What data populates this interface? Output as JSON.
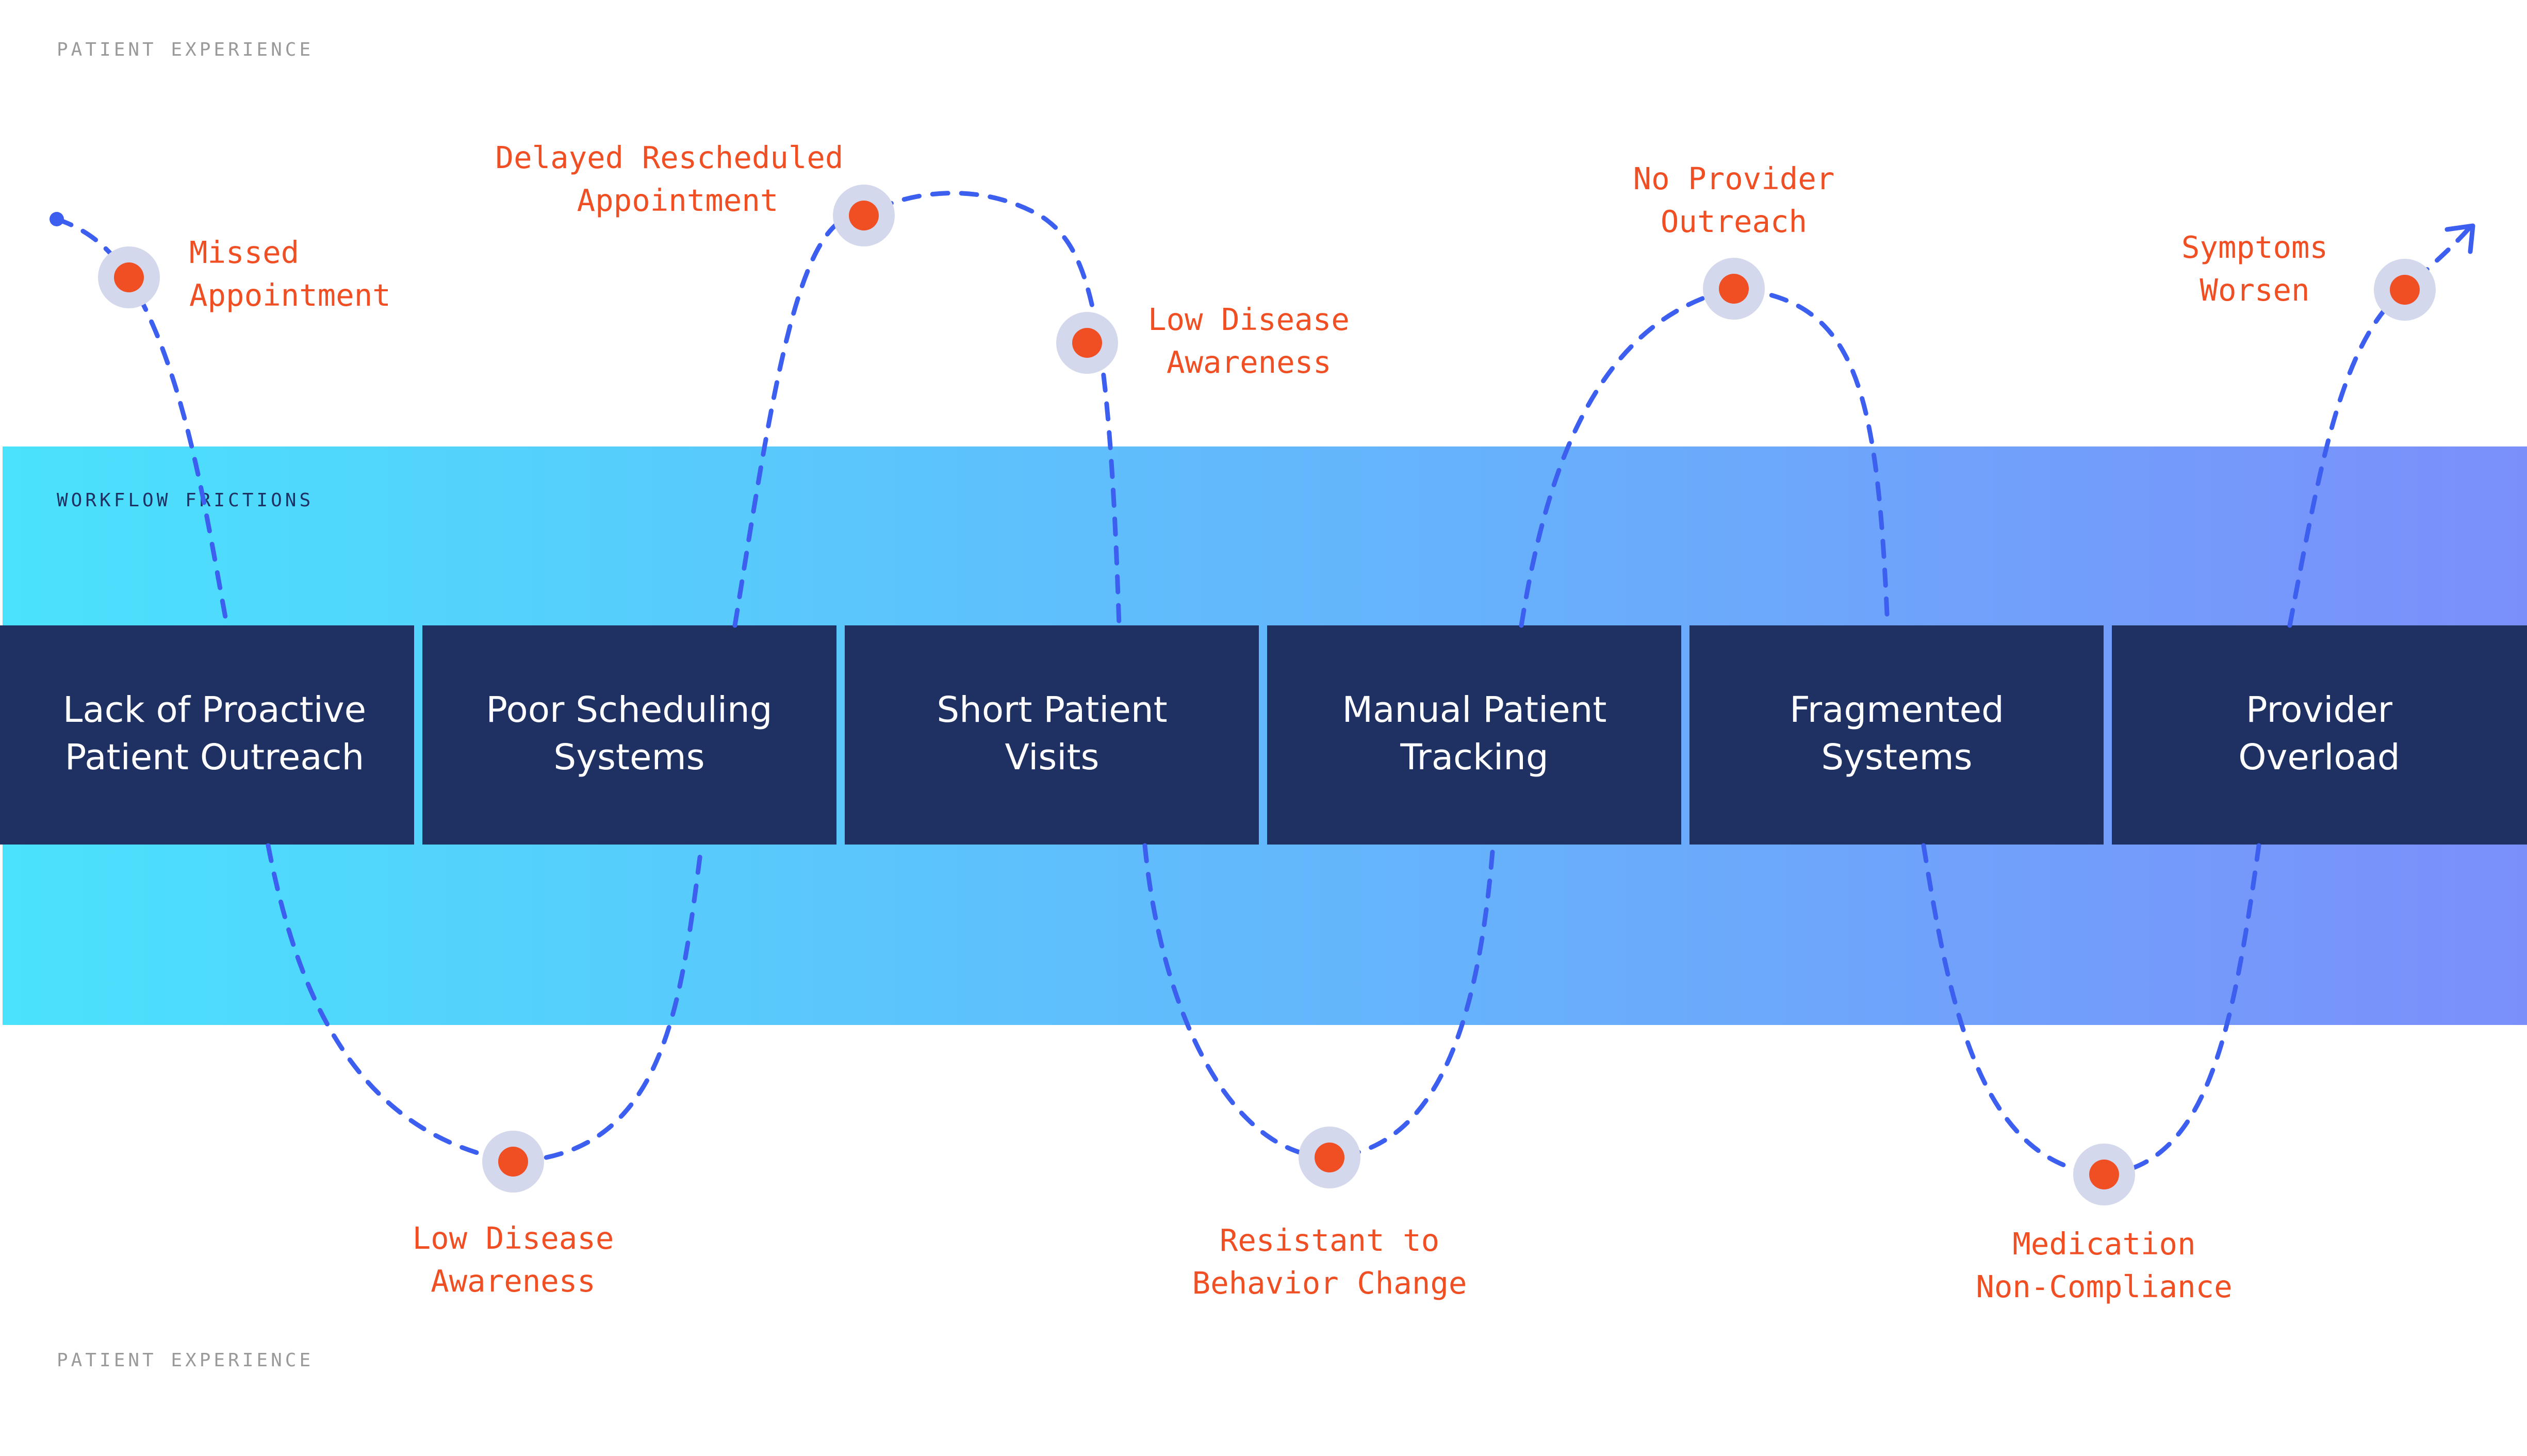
{
  "labels": {
    "top_section": "PATIENT EXPERIENCE",
    "band_section": "WORKFLOW FRICTIONS",
    "bottom_section": "PATIENT EXPERIENCE"
  },
  "frictions": [
    {
      "line1": "Lack of Proactive",
      "line2": "Patient Outreach"
    },
    {
      "line1": "Poor Scheduling",
      "line2": "Systems"
    },
    {
      "line1": "Short Patient",
      "line2": "Visits"
    },
    {
      "line1": "Manual Patient",
      "line2": "Tracking"
    },
    {
      "line1": "Fragmented",
      "line2": "Systems"
    },
    {
      "line1": "Provider",
      "line2": "Overload"
    }
  ],
  "events": [
    {
      "line1": "Missed",
      "line2": "Appointment"
    },
    {
      "line1": "Low Disease",
      "line2": "Awareness"
    },
    {
      "line1": "Delayed Rescheduled",
      "line2": "Appointment"
    },
    {
      "line1": "Low Disease",
      "line2": "Awareness"
    },
    {
      "line1": "Resistant to",
      "line2": "Behavior Change"
    },
    {
      "line1": "No Provider",
      "line2": "Outreach"
    },
    {
      "line1": "Medication",
      "line2": "Non-Compliance"
    },
    {
      "line1": "Symptoms",
      "line2": "Worsen"
    }
  ],
  "colors": {
    "band_start": "#4ae2fc",
    "band_end": "#7b8ffb",
    "box_fill": "#1f3163",
    "event_text": "#f04e23",
    "dot_fill": "#f04e23",
    "halo_fill": "#d3d8ec",
    "path_stroke": "#3d5ff0",
    "section_text_gray": "#9a9a9a",
    "section_text_dark": "#1f3163"
  }
}
